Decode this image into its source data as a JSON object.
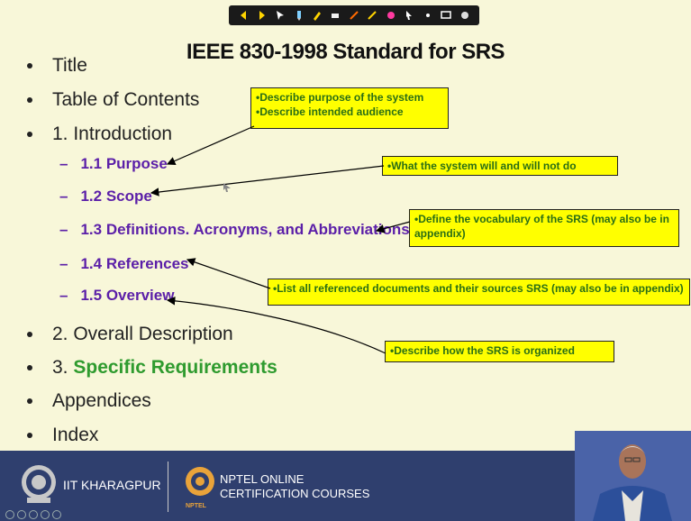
{
  "slide": {
    "title": "IEEE 830-1998 Standard for SRS",
    "bullets": [
      "Title",
      "Table of Contents",
      "1. Introduction"
    ],
    "subitems": [
      "1.1 Purpose",
      "1.2 Scope",
      "1.3 Definitions. Acronyms, and Abbreviations",
      "1.4 References",
      "1.5 Overview"
    ],
    "bullets_after": {
      "overall": "2. Overall Description",
      "specific_prefix": "3. ",
      "specific_main": "Specific Requirements",
      "appendices": "Appendices",
      "index": "Index"
    },
    "notes": {
      "purpose_1": "•Describe purpose of the system",
      "purpose_2": "•Describe intended audience",
      "scope": "•What the system will and will not do",
      "definitions": "•Define the vocabulary of the SRS (may also  be in appendix)",
      "references": "•List all referenced documents and their sources SRS (may also be in appendix)",
      "overview": "•Describe how the SRS is organized"
    }
  },
  "footer": {
    "left_label": "IIT KHARAGPUR",
    "nptel_line1": "NPTEL ONLINE",
    "nptel_line2": "CERTIFICATION COURSES",
    "nptel_small": "NPTEL"
  },
  "toolbar": {
    "icons": [
      "prev-icon",
      "next-icon",
      "pointer-icon",
      "pen-icon",
      "highlighter-icon",
      "eraser-icon",
      "text-icon",
      "line-icon",
      "shape-icon",
      "cursor-icon",
      "spotlight-icon",
      "screen-icon",
      "settings-icon"
    ]
  },
  "colors": {
    "background": "#f8f7d9",
    "heading_purple": "#5b1fa8",
    "accent_green": "#2f9b2f",
    "note_yellow": "#ffff00",
    "footer_blue": "#2f3f6e"
  }
}
